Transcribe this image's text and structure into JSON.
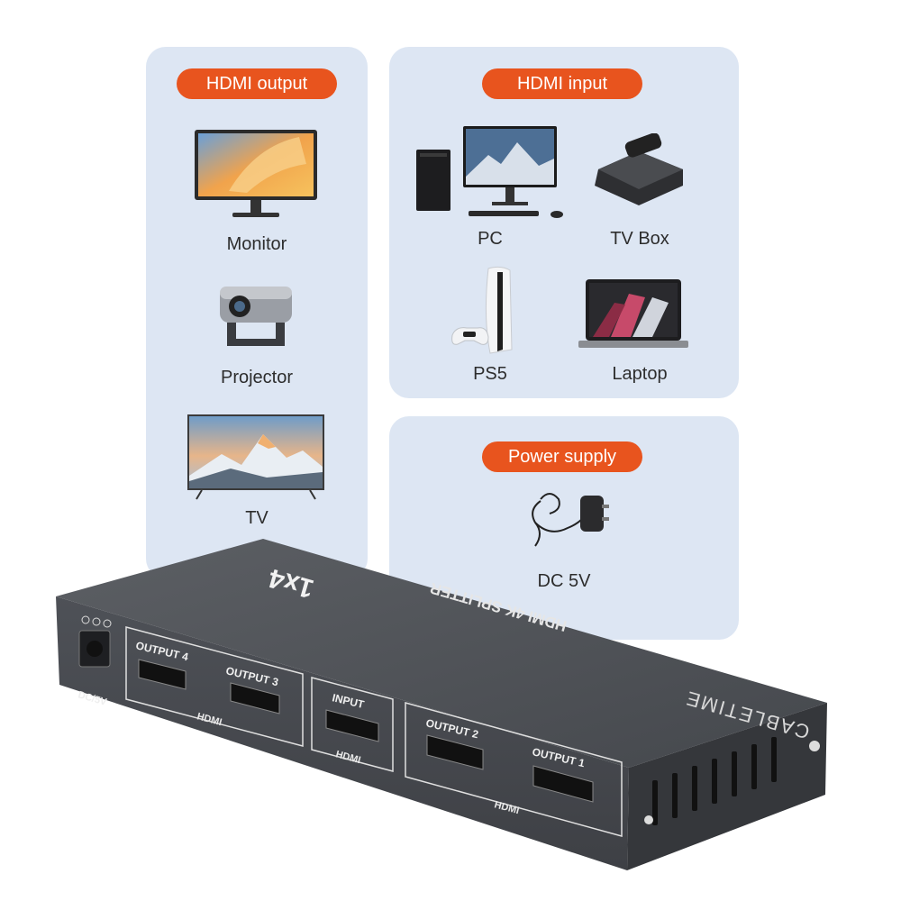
{
  "output_panel": {
    "heading": "HDMI output",
    "devices": [
      {
        "label": "Monitor",
        "icon": "monitor-icon"
      },
      {
        "label": "Projector",
        "icon": "projector-icon"
      },
      {
        "label": "TV",
        "icon": "tv-icon"
      }
    ]
  },
  "input_panel": {
    "heading": "HDMI input",
    "devices": [
      {
        "label": "PC",
        "icon": "pc-icon"
      },
      {
        "label": "TV Box",
        "icon": "tv-box-icon"
      },
      {
        "label": "PS5",
        "icon": "ps5-icon"
      },
      {
        "label": "Laptop",
        "icon": "laptop-icon"
      }
    ]
  },
  "power_panel": {
    "heading": "Power supply",
    "device": {
      "label": "DC 5V",
      "icon": "power-adapter-icon"
    }
  },
  "splitter": {
    "model": "1x4",
    "product_title": "HDMI 4K SPLITTER",
    "brand": "CABLETIME",
    "ports": {
      "dc": "DC/5V",
      "output4": "OUTPUT 4",
      "output3": "OUTPUT 3",
      "input": "INPUT",
      "output2": "OUTPUT 2",
      "output1": "OUTPUT 1",
      "group_label": "HDMI"
    }
  },
  "colors": {
    "accent": "#e8541e",
    "panel": "#dde6f3",
    "device_body": "#4a4d52"
  }
}
